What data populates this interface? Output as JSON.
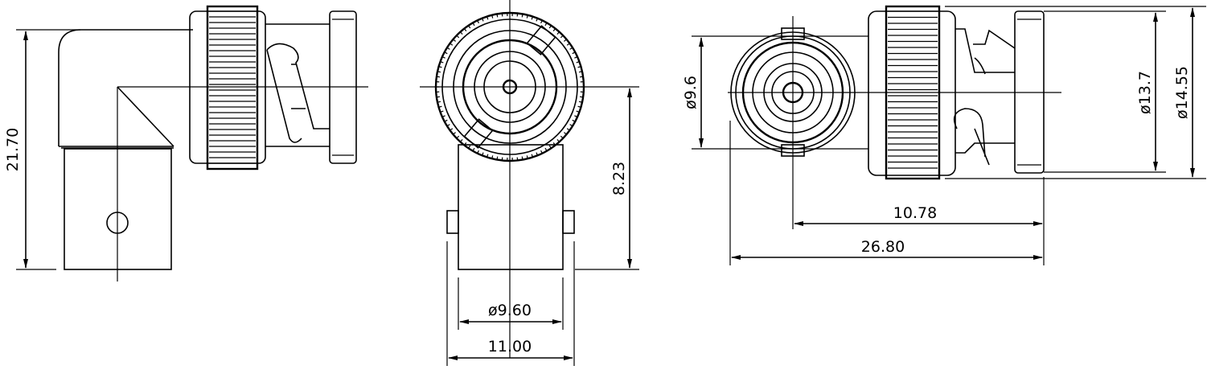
{
  "title": "Right-angle BNC connector dimension drawing",
  "dimensions": {
    "side_height": "21.70",
    "front_offset": "8.23",
    "front_inner_dia": "ø9.60",
    "front_outer_width": "11.00",
    "right_face_dia": "ø9.6",
    "right_flange_dia": "ø13.7",
    "right_nut_dia": "ø14.55",
    "right_center_length": "10.78",
    "right_total_length": "26.80"
  },
  "colors": {
    "line": "#000000",
    "background": "#ffffff"
  }
}
